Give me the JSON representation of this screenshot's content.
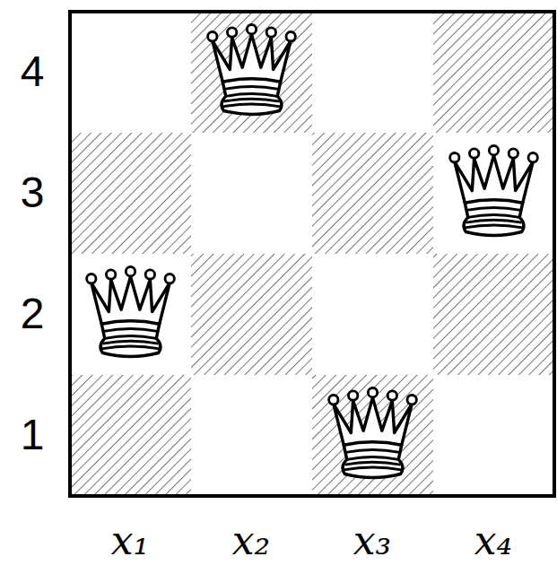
{
  "diagram": {
    "labels": [
      "4",
      "3",
      "2",
      "1",
      "x₁",
      "x₂",
      "x₃",
      "x₄"
    ]
  }
}
